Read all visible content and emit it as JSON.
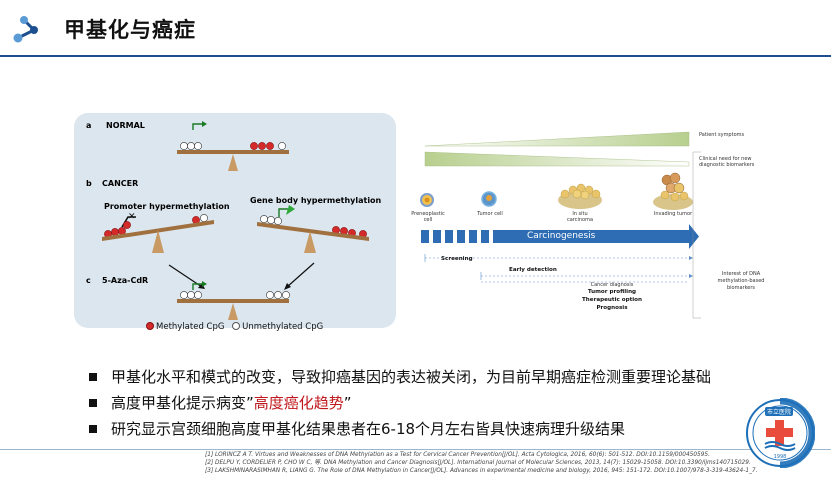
{
  "header": {
    "title": "甲基化与癌症",
    "icon": "share-network-icon",
    "accent_color": "#1d4e8f"
  },
  "left_figure": {
    "panel_a_label": "a",
    "panel_a_title": "NORMAL",
    "panel_b_label": "b",
    "panel_b_title": "CANCER",
    "promoter_label": "Promoter hypermethylation",
    "gene_body_label": "Gene body hypermethylation",
    "panel_c_label": "c",
    "panel_c_title": "5-Aza-CdR",
    "legend_methylated": "Methylated CpG",
    "legend_unmethylated": "Unmethylated CpG",
    "methylated_color": "#d42a2a",
    "panel_bg": "#dbe6ef"
  },
  "right_figure": {
    "patient_symptoms": "Patient symptoms",
    "clinical_need_1": "Clinical need for new",
    "clinical_need_2": "diagnostic biomarkers",
    "stage_preneoplastic_1": "Preneoplastic",
    "stage_preneoplastic_2": "cell",
    "stage_tumor_cell": "Tumor cell",
    "stage_in_situ_1": "In situ",
    "stage_in_situ_2": "carcinoma",
    "stage_invading": "Invading tumor",
    "carcinogenesis": "Carcinogenesis",
    "screening": "Screening",
    "early_detection": "Early detection",
    "cancer_diagnosis": "Cancer diagnosis",
    "tumor_profiling": "Tumor profiling",
    "therapeutic_option": "Therapeutic option",
    "prognosis": "Prognosis",
    "interest_1": "Interest of DNA",
    "interest_2": "methylation-based",
    "interest_3": "biomarkers",
    "arrow_color": "#2e6db4"
  },
  "bullets": [
    {
      "text": "甲基化水平和模式的改变，导致抑癌基因的表达被关闭，为目前早期癌症检测重要理论基础"
    },
    {
      "text_prefix": "高度甲基化提示病变”",
      "highlight": "高度癌化趋势",
      "text_suffix": "”",
      "highlight_color": "#c0191d"
    },
    {
      "text": "研究显示宫颈细胞高度甲基化结果患者在6-18个月左右皆具快速病理升级结果"
    }
  ],
  "references": [
    "[1] LORINCZ A T. Virtues and Weaknesses of DNA Methylation as a Test for Cervical Cancer Prevention[J/OL]. Acta Cytologica, 2016, 60(6): 501-512. DOI:10.1159/000450595.",
    "[2] DELPU Y, CORDELIER P, CHO W C, 等. DNA Methylation and Cancer Diagnosis[J/OL]. International Journal of Molecular Sciences, 2013, 14(7): 15029-15058. DOI:10.3390/ijms140715029.",
    "[3] LAKSHMINARASIMHAN R, LIANG G. The Role of DNA Methylation in Cancer[J/OL]. Advances in experimental medicine and biology, 2016, 945: 151-172. DOI:10.1007/978-3-319-43624-1_7."
  ],
  "logo": {
    "top_text": "市立医院",
    "year": "1998",
    "icon": "hospital-cross-logo"
  }
}
